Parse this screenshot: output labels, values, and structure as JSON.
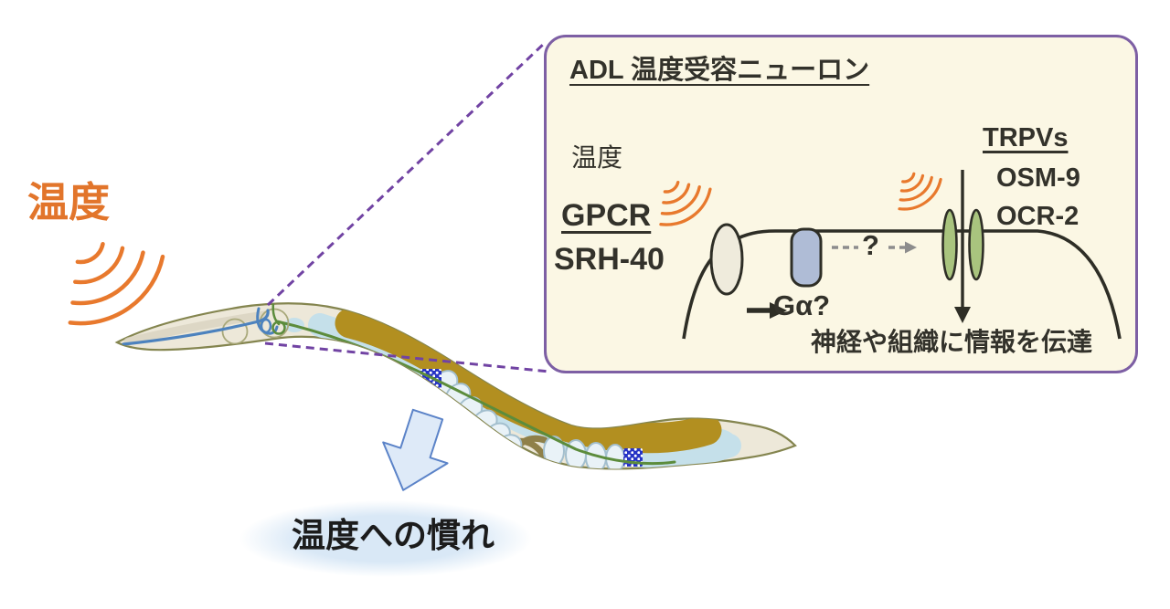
{
  "scene": {
    "stimulus_label": "温度",
    "outcome_label": "温度への慣れ"
  },
  "inset": {
    "title": "ADL 温度受容ニューロン",
    "stimulus_label": "温度",
    "receptor_family": "GPCR",
    "receptor_name": "SRH-40",
    "g_protein_label": "Gα?",
    "pathway_unknown_label": "?",
    "channel_family": "TRPVs",
    "channel_members": [
      "OSM-9",
      "OCR-2"
    ],
    "output_label": "神経や組織に情報を伝達"
  },
  "colors": {
    "stimulus_orange": "#e2752b",
    "wave_orange": "#e8792d",
    "callout_purple": "#7143a3",
    "inset_border_purple": "#7d5fa4",
    "inset_background": "#fbf7e4",
    "ink": "#2e2e26",
    "worm_body": "#ede8d9",
    "worm_outline": "#84854f",
    "intestine_gold": "#b28f20",
    "gonad_blue": "#c5e0ea",
    "neuron_green": "#5c8c3c",
    "dendrite_blue": "#4c82be",
    "patch_blue": "#2633c5",
    "g_protein_fill": "#afbcd6",
    "channel_green": "#a9c47e",
    "receptor_fill": "#efebdc",
    "habituation_arrow_fill": "#deeaf8",
    "habituation_arrow_stroke": "#5b83c8",
    "glow_blue": "#d9e8f6"
  }
}
